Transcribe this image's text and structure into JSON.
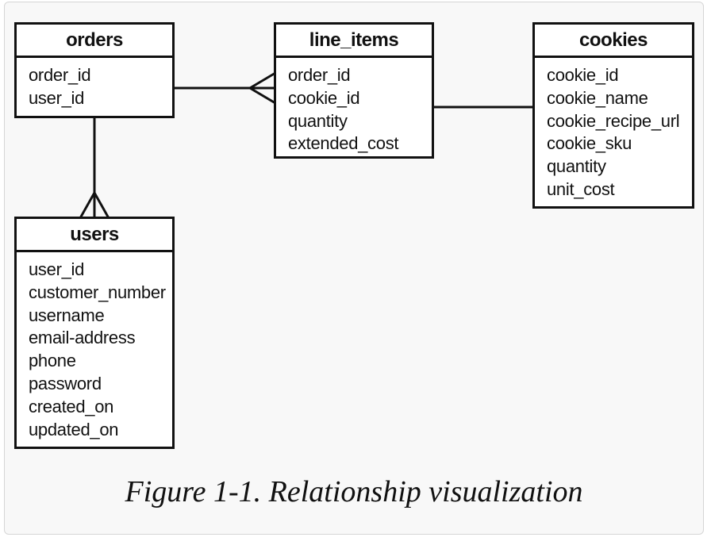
{
  "entities": {
    "orders": {
      "title": "orders",
      "fields": [
        "order_id",
        "user_id"
      ]
    },
    "line_items": {
      "title": "line_items",
      "fields": [
        "order_id",
        "cookie_id",
        "quantity",
        "extended_cost"
      ]
    },
    "cookies": {
      "title": "cookies",
      "fields": [
        "cookie_id",
        "cookie_name",
        "cookie_recipe_url",
        "cookie_sku",
        "quantity",
        "unit_cost"
      ]
    },
    "users": {
      "title": "users",
      "fields": [
        "user_id",
        "customer_number",
        "username",
        "email-address",
        "phone",
        "password",
        "created_on",
        "updated_on"
      ]
    }
  },
  "relationships": [
    {
      "from": "orders",
      "to": "line_items",
      "type": "one-to-many"
    },
    {
      "from": "line_items",
      "to": "cookies",
      "type": "one-to-one"
    },
    {
      "from": "orders",
      "to": "users",
      "type": "one-to-many"
    }
  ],
  "caption": "Figure 1-1. Relationship visualization"
}
